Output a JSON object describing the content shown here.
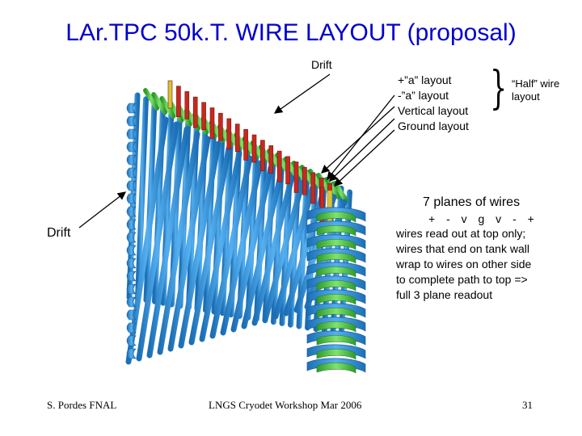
{
  "title": "LAr.TPC 50k.T. WIRE LAYOUT (proposal)",
  "drift_top": "Drift",
  "drift_left": "Drift",
  "layouts": [
    "+”a” layout",
    "-”a” layout",
    "Vertical layout",
    "Ground layout"
  ],
  "half_wire": [
    "“Half” wire",
    "layout"
  ],
  "planes_title": "7 planes of wires",
  "plane_sequence": "+ - v g v - +",
  "description": [
    "wires read out at top only;",
    "wires that end on tank wall",
    "wrap to wires on other side",
    "to complete path to top =>",
    "full 3 plane readout"
  ],
  "footer": {
    "author": "S. Pordes FNAL",
    "event": "LNGS Cryodet Workshop Mar 2006",
    "page": "31"
  },
  "colors": {
    "title": "#0000cc",
    "blue_wire": "#2f8fd8",
    "green_wire": "#43c43b",
    "red_wire": "#c8281e",
    "yellow_wire": "#d9c23a"
  }
}
